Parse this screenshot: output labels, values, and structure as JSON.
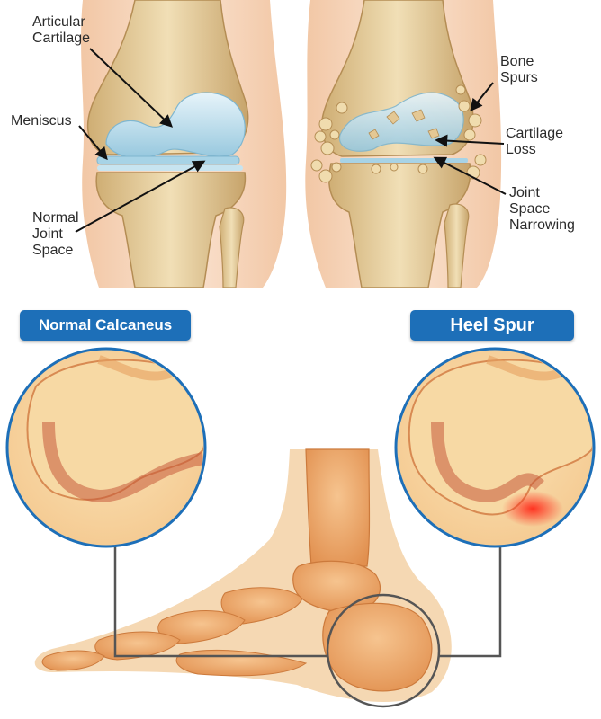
{
  "knee_labels": {
    "articular_cartilage": "Articular\nCartilage",
    "meniscus": "Meniscus",
    "normal_joint_space": "Normal\nJoint\nSpace",
    "bone_spurs": "Bone\nSpurs",
    "cartilage_loss": "Cartilage\nLoss",
    "joint_space_narrowing": "Joint\nSpace\nNarrowing"
  },
  "heel_labels": {
    "normal_calcaneus": "Normal Calcaneus",
    "heel_spur": "Heel Spur"
  },
  "colors": {
    "accent_blue": "#1d6fb8",
    "cartilage_blue": "#b9dcea",
    "bone_tan": "#e6cf9f",
    "skin": "#f6d7bf",
    "foot_bone": "#eb9f5f",
    "inflammation_red": "#e8402a",
    "callout_line": "#555555"
  }
}
